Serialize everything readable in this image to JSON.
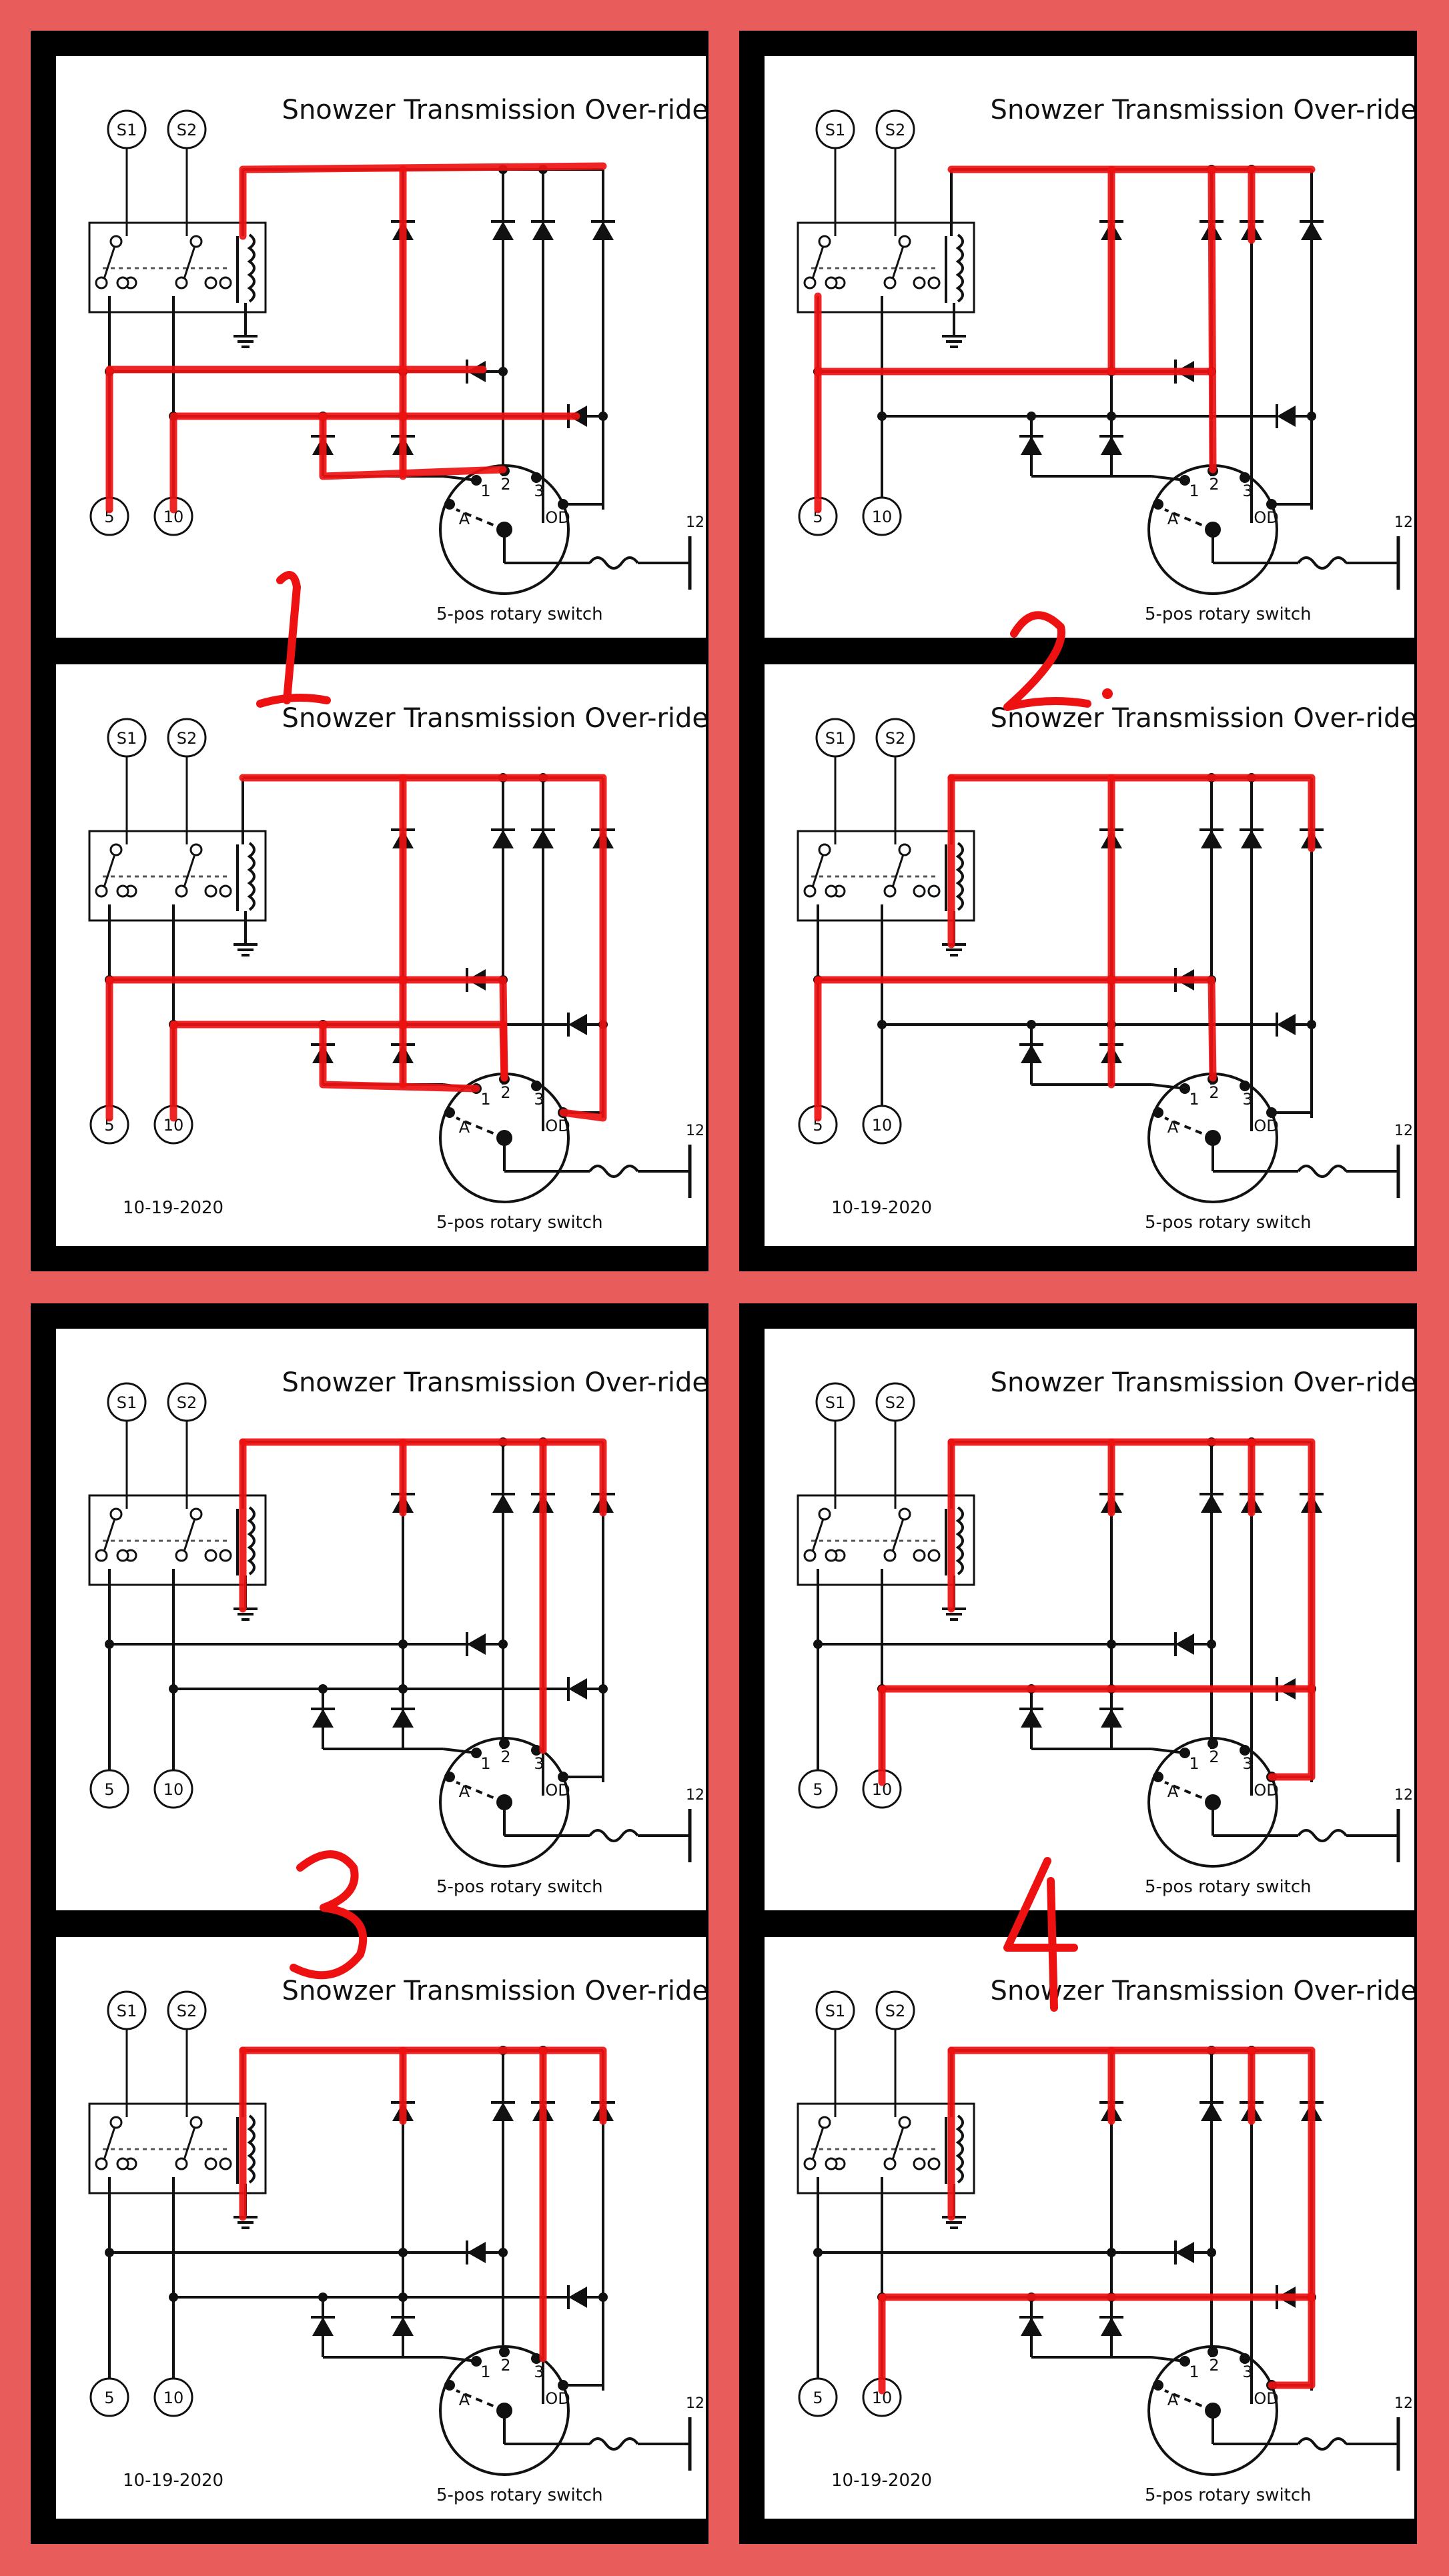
{
  "diagram": {
    "title": "Snowzer Transmission Over-ride",
    "switch_caption": "5-pos rotary switch",
    "date": "10-19-2020",
    "terminals": {
      "s1": "S1",
      "s2": "S2",
      "t5": "5",
      "t10": "10",
      "power": "12"
    },
    "switch_positions": {
      "a": "A",
      "p1": "1",
      "p2": "2",
      "p3": "3",
      "od": "OD"
    }
  },
  "handwritten_labels": [
    "1",
    "2.",
    "3",
    "4"
  ],
  "colors": {
    "background": "#e85c5c",
    "frame": "#000000",
    "panel": "#ffffff",
    "wire": "#111111",
    "annotation": "#ee1111"
  }
}
